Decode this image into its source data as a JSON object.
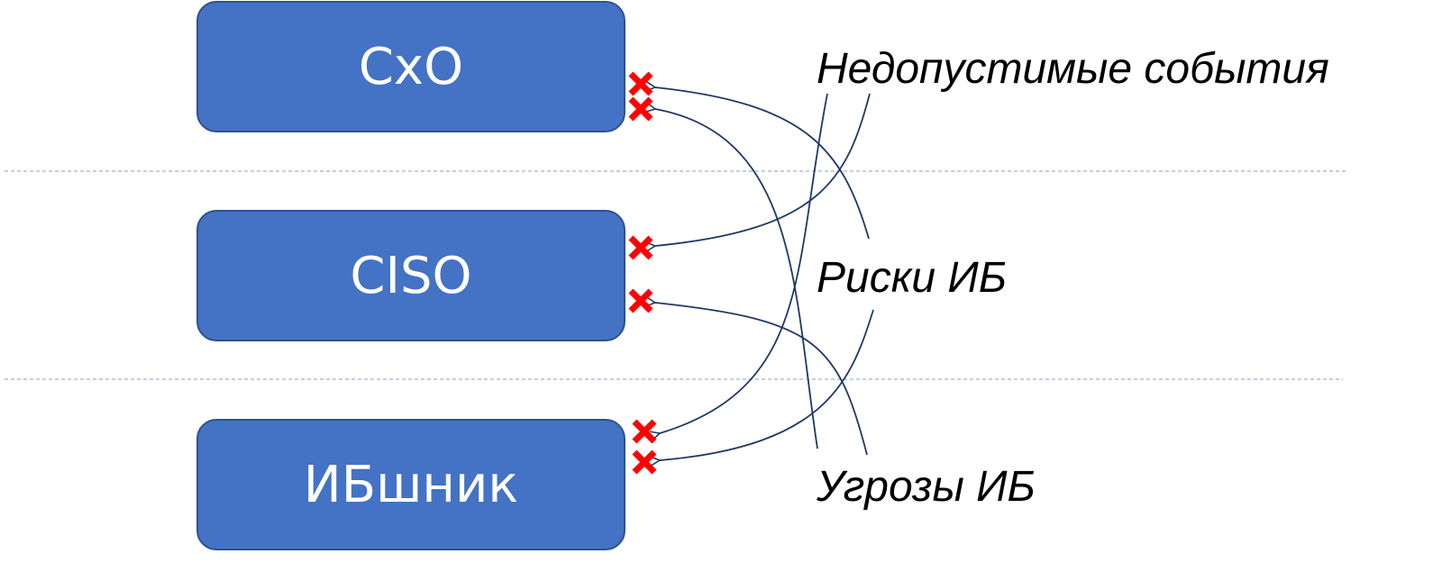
{
  "roles": {
    "cxo": "CxO",
    "ciso": "CISO",
    "ib": "ИБшник"
  },
  "concepts": {
    "events": "Недопустимые события",
    "risks": "Риски ИБ",
    "threats": "Угрозы ИБ"
  },
  "colors": {
    "box_fill": "#4472c4",
    "box_border": "#2f528f",
    "box_text": "#ffffff",
    "arrow": "#1f3864",
    "cross": "#ff0000",
    "divider": "#7f9fd4"
  }
}
